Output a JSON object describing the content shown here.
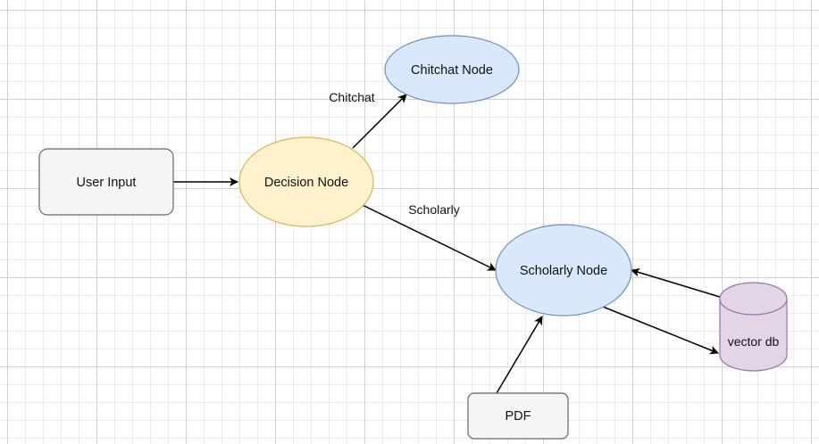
{
  "nodes": {
    "user_input": "User Input",
    "decision": "Decision Node",
    "chitchat": "Chitchat Node",
    "scholarly": "Scholarly Node",
    "pdf": "PDF",
    "vector_db": "vector db"
  },
  "edges": {
    "chitchat_label": "Chitchat",
    "scholarly_label": "Scholarly"
  },
  "colors": {
    "process_fill": "#f5f5f5",
    "process_stroke": "#666666",
    "decision_fill": "#fff2cc",
    "decision_stroke": "#d6b656",
    "node_fill": "#dae8fc",
    "node_stroke": "#6c8ebf",
    "db_fill": "#e1d5e7",
    "db_stroke": "#9673a6"
  }
}
